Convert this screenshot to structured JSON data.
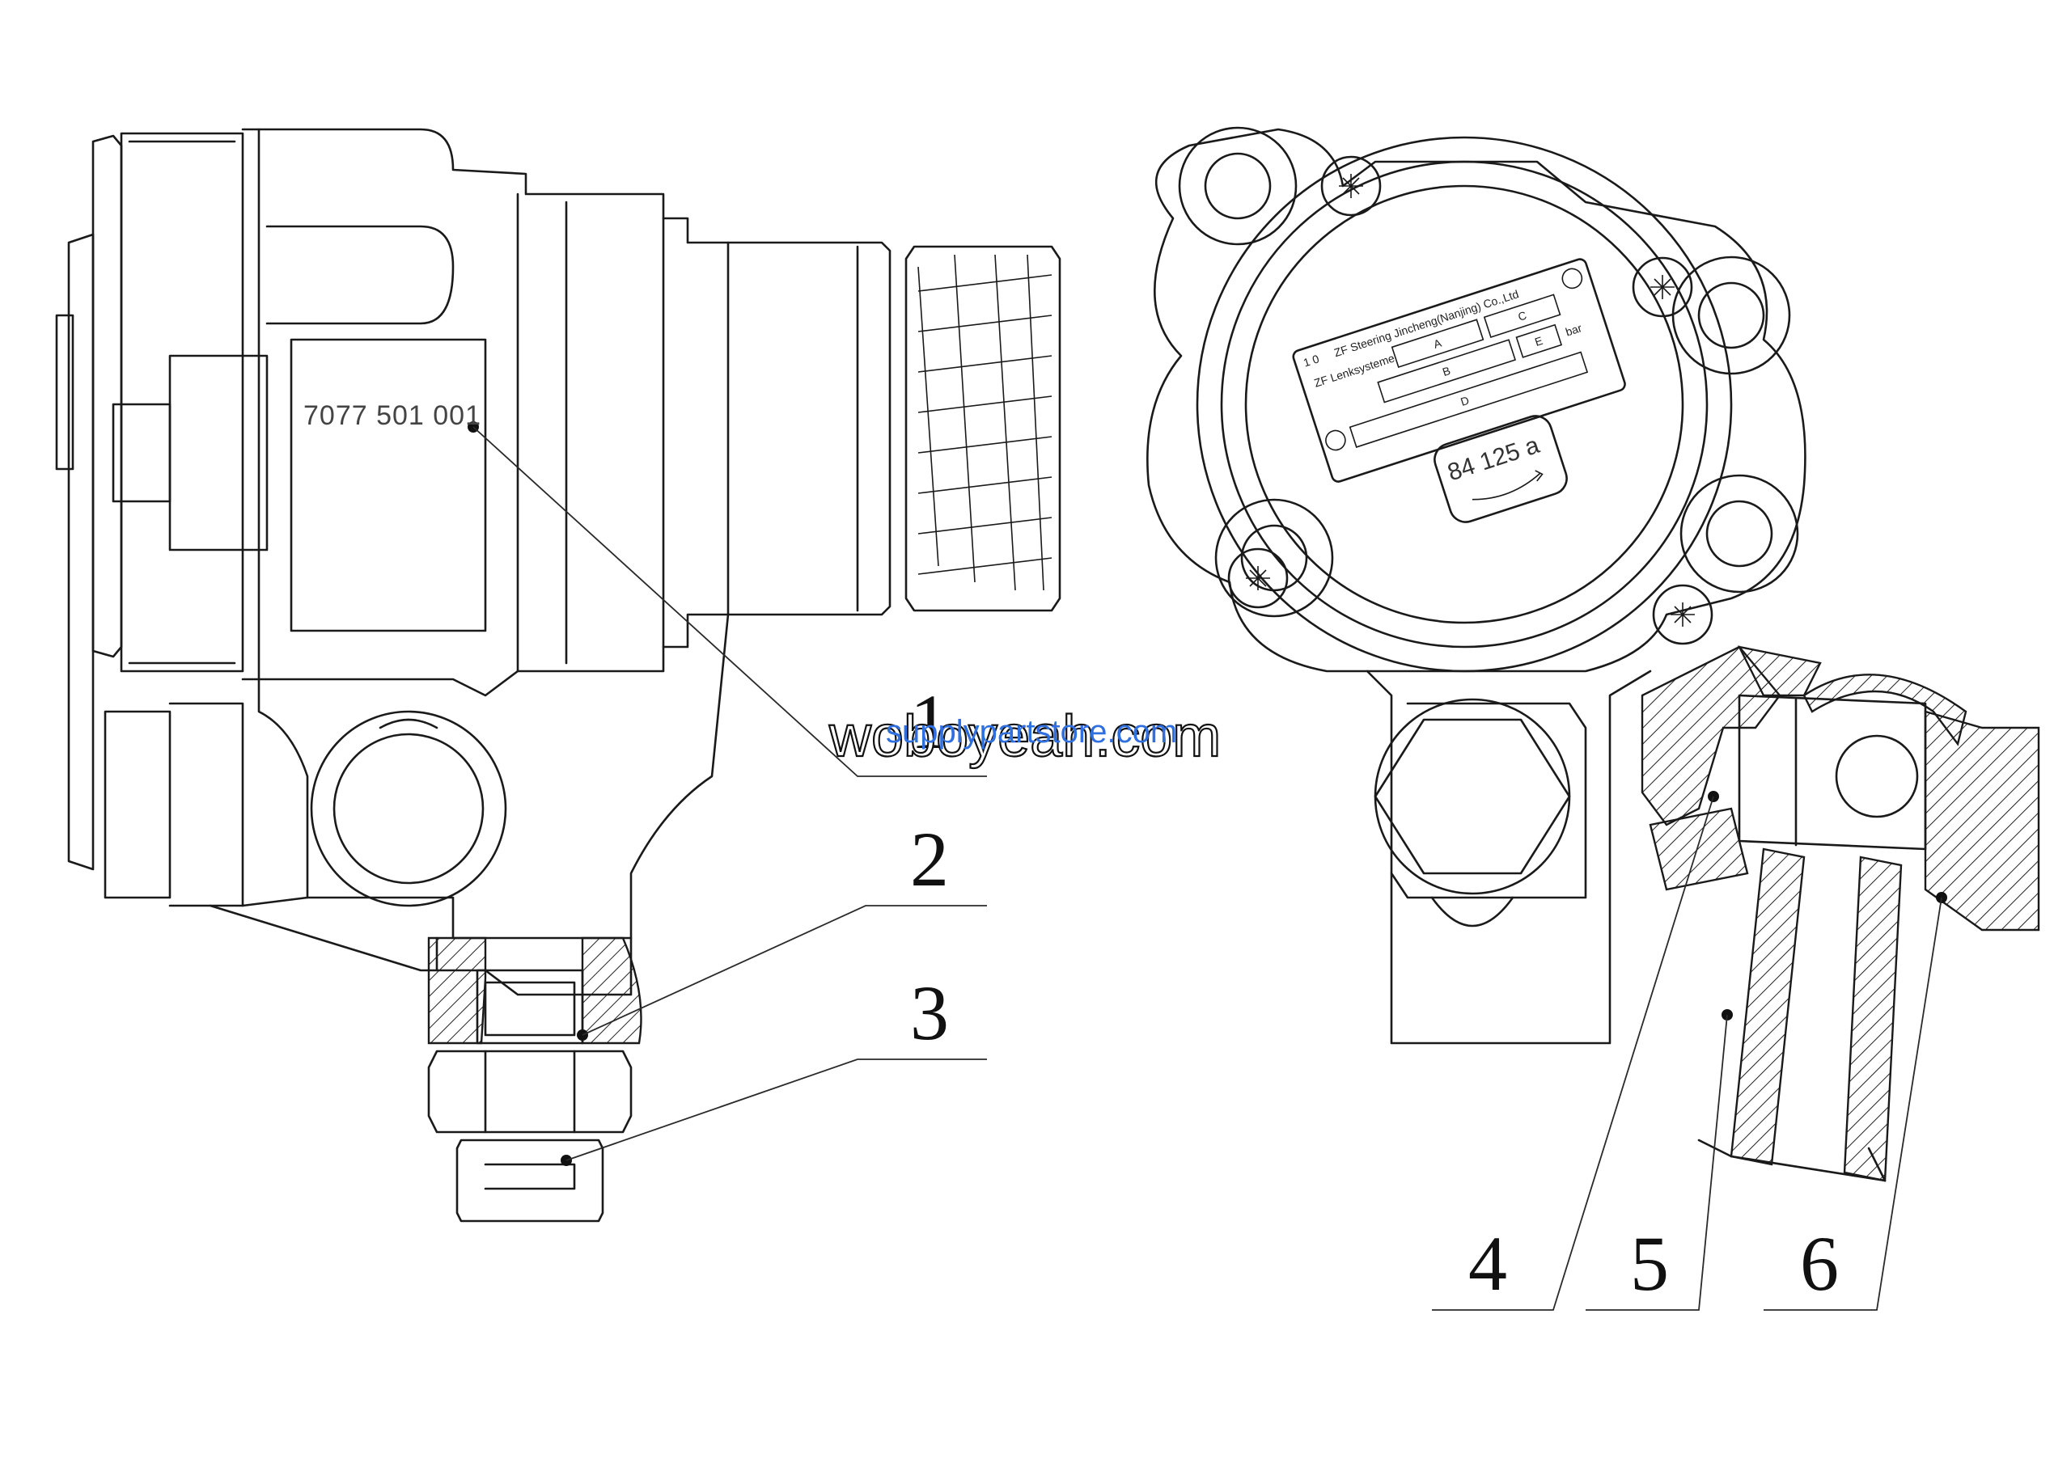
{
  "drawing": {
    "part_number_label": "7077 501 001",
    "callouts": [
      "1",
      "2",
      "3",
      "4",
      "5",
      "6"
    ],
    "nameplate": {
      "line1": "ZF Steering Jincheng(Nanjing) Co.,Ltd",
      "line2": "ZF Lenksysteme",
      "field_a": "A",
      "field_b": "B",
      "field_c": "C",
      "field_d": "D",
      "field_e": "E",
      "unit": "bar",
      "code": "1 0",
      "rotation_label": "84 125 a"
    }
  },
  "watermarks": {
    "primary": "woboyeah.com",
    "secondary": "supplypartstore.com"
  },
  "colors": {
    "line": "#1a1a1a",
    "watermark_blue": "#2f6fe0",
    "background": "#ffffff"
  }
}
